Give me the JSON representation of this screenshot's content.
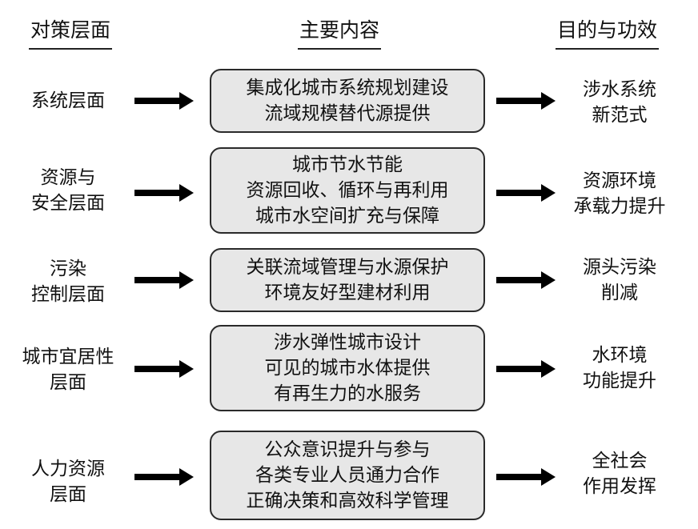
{
  "headers": {
    "level": "对策层面",
    "content": "主要内容",
    "purpose": "目的与功效"
  },
  "rows": [
    {
      "level": "系统层面",
      "content": [
        "集成化城市系统规划建设",
        "流域规模替代源提供"
      ],
      "purpose": "涉水系统\n新范式"
    },
    {
      "level": "资源与\n安全层面",
      "content": [
        "城市节水节能",
        "资源回收、循环与再利用",
        "城市水空间扩充与保障"
      ],
      "purpose": "资源环境\n承载力提升"
    },
    {
      "level": "污染\n控制层面",
      "content": [
        "关联流域管理与水源保护",
        "环境友好型建材利用"
      ],
      "purpose": "源头污染\n削减"
    },
    {
      "level": "城市宜居性\n层面",
      "content": [
        "涉水弹性城市设计",
        "可见的城市水体提供",
        "有再生力的水服务"
      ],
      "purpose": "水环境\n功能提升"
    },
    {
      "level": "人力资源\n层面",
      "content": [
        "公众意识提升与参与",
        "各类专业人员通力合作",
        "正确决策和高效科学管理"
      ],
      "purpose": "全社会\n作用发挥"
    }
  ]
}
